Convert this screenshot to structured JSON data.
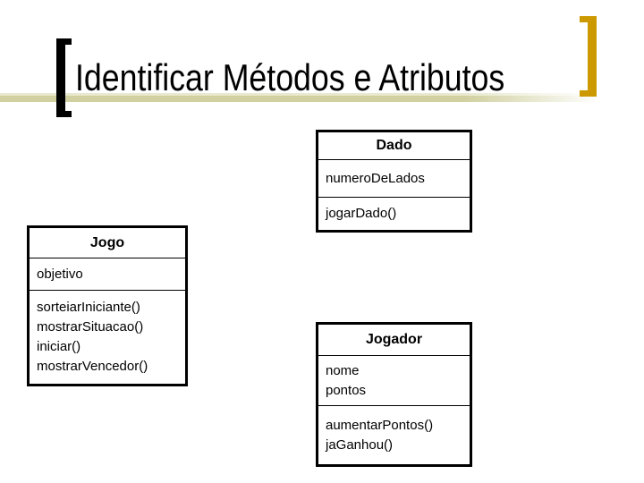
{
  "slide": {
    "title": "Identificar Métodos e Atributos"
  },
  "decorations": {
    "left_bracket_color": "#000000",
    "right_bracket_color": "#CC9900",
    "underline_color": "#D0D0A0",
    "underline_highlight_color": "#E9E9CF",
    "text_color": "#000000",
    "background_color": "#FFFFFF"
  },
  "classes": [
    {
      "name": "Dado",
      "attributes": [
        "numeroDeLados"
      ],
      "methods": [
        "jogarDado()"
      ]
    },
    {
      "name": "Jogo",
      "attributes": [
        "objetivo"
      ],
      "methods": [
        "sorteiarIniciante()",
        "mostrarSituacao()",
        "iniciar()",
        "mostrarVencedor()"
      ]
    },
    {
      "name": "Jogador",
      "attributes": [
        "nome",
        "pontos"
      ],
      "methods": [
        "aumentarPontos()",
        "jaGanhou()"
      ]
    }
  ]
}
